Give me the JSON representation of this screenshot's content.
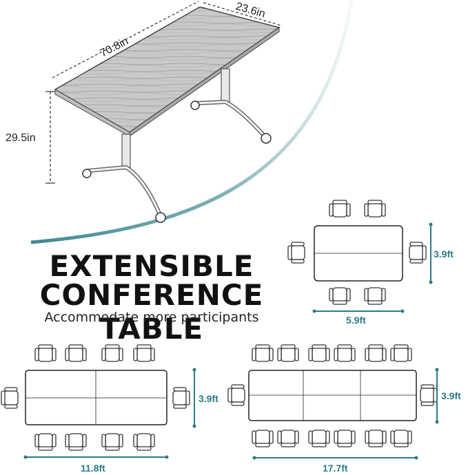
{
  "heading": {
    "line1": "EXTENSIBLE",
    "line2": "CONFERENCE TABLE",
    "subtitle": "Accommodate more participants"
  },
  "product_dimensions": {
    "length": "70.8in",
    "width": "23.6in",
    "height": "29.5in"
  },
  "layouts": [
    {
      "width": "5.9ft",
      "depth": "3.9ft",
      "seats": 6
    },
    {
      "width": "11.8ft",
      "depth": "3.9ft",
      "seats": 10
    },
    {
      "width": "17.7ft",
      "depth": "3.9ft",
      "seats": 14
    }
  ],
  "colors": {
    "accent": "#2a7b86",
    "text": "#111111"
  }
}
